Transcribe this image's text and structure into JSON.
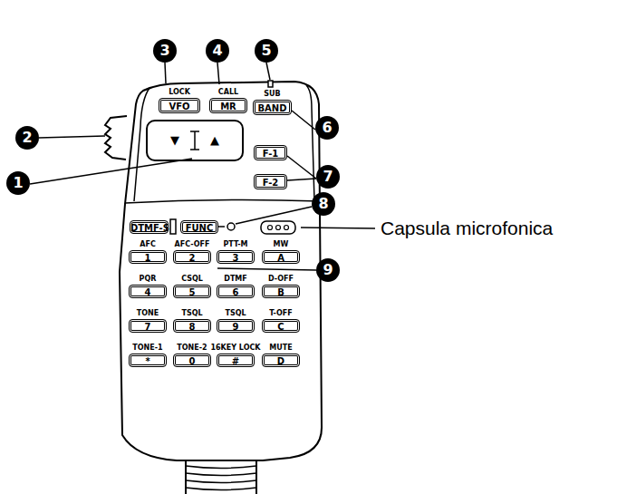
{
  "diagram": {
    "nodes": [
      {
        "text": [
          "LOCK",
          "VFO"
        ]
      },
      {
        "text": [
          "CALL",
          "MR"
        ]
      },
      {
        "text": [
          "SUB",
          "BAND"
        ]
      },
      {
        "text": [
          "▼",
          "▲"
        ]
      },
      {
        "text": [
          "F-1"
        ]
      },
      {
        "text": [
          "F-2"
        ]
      },
      {
        "text": [
          "DTMF-S"
        ]
      },
      {
        "text": [
          "FUNC"
        ]
      },
      {
        "text": [
          "AFC",
          "1"
        ]
      },
      {
        "text": [
          "AFC-OFF",
          "2"
        ]
      },
      {
        "text": [
          "PTT-M",
          "3"
        ]
      },
      {
        "text": [
          "MW",
          "A"
        ]
      },
      {
        "text": [
          "PQR",
          "4"
        ]
      },
      {
        "text": [
          "CSQL",
          "5"
        ]
      },
      {
        "text": [
          "DTMF",
          "6"
        ]
      },
      {
        "text": [
          "D-OFF",
          "B"
        ]
      },
      {
        "text": [
          "TONE",
          "7"
        ]
      },
      {
        "text": [
          "TSQL",
          "8"
        ]
      },
      {
        "text": [
          "TSQL",
          "9"
        ]
      },
      {
        "text": [
          "T-OFF",
          "C"
        ]
      },
      {
        "text": [
          "TONE-1",
          "*"
        ]
      },
      {
        "text": [
          "TONE-2",
          "0"
        ]
      },
      {
        "text": [
          "16KEY LOCK",
          "#"
        ]
      },
      {
        "text": [
          "MUTE",
          "D"
        ]
      }
    ],
    "labels": [
      "1",
      "2",
      "3",
      "4",
      "5",
      "6",
      "7",
      "8",
      "9",
      "Capsula microfonica"
    ]
  }
}
